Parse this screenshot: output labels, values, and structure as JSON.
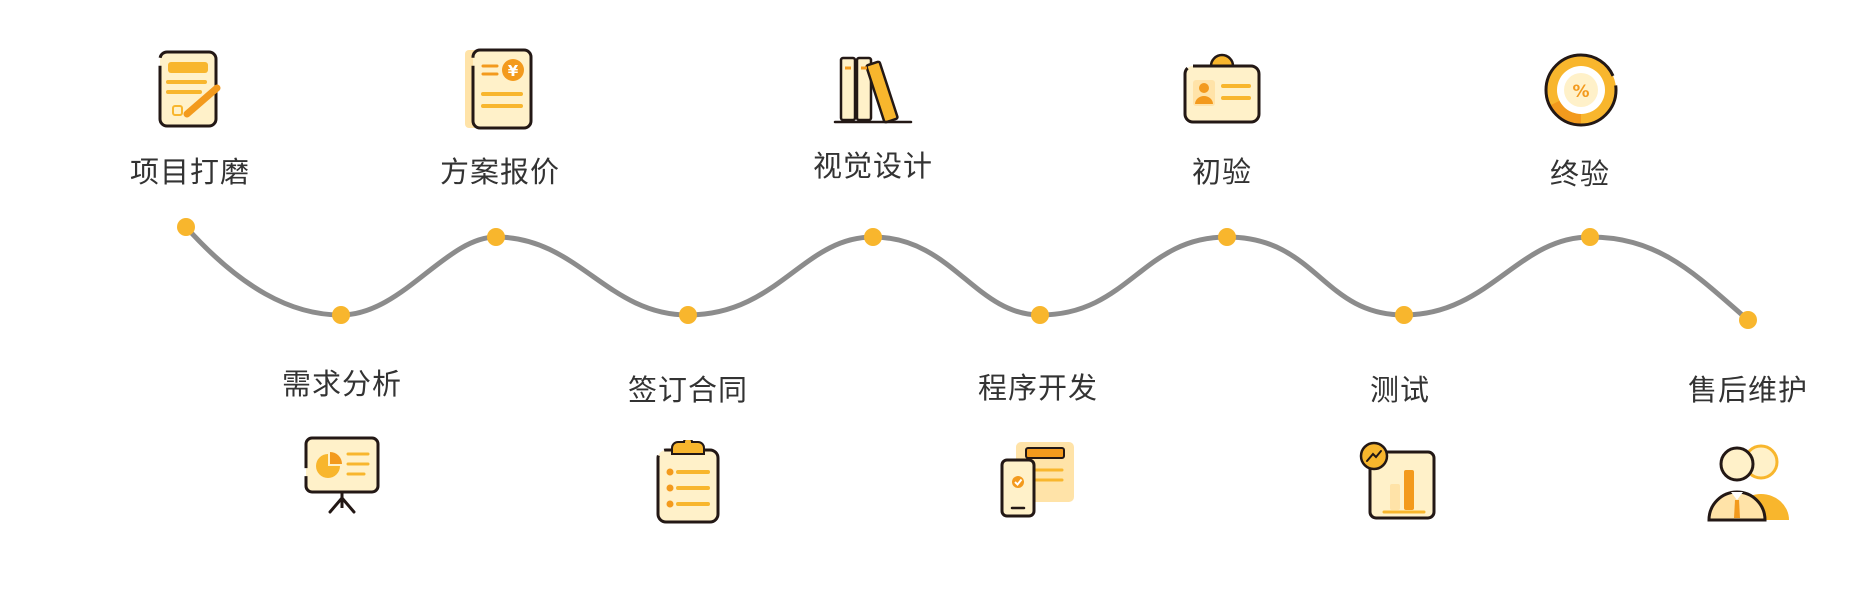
{
  "colors": {
    "accent": "#F8B62D",
    "accent_dark": "#F39A1D",
    "accent_light": "#FFF1C9",
    "line": "#8C8C8C",
    "outline": "#231815",
    "text": "#333333"
  },
  "steps": [
    {
      "label": "项目打磨",
      "icon": "document-pen-icon"
    },
    {
      "label": "需求分析",
      "icon": "presentation-board-icon"
    },
    {
      "label": "方案报价",
      "icon": "invoice-yen-icon"
    },
    {
      "label": "签订合同",
      "icon": "clipboard-list-icon"
    },
    {
      "label": "视觉设计",
      "icon": "books-icon"
    },
    {
      "label": "程序开发",
      "icon": "phone-card-icon"
    },
    {
      "label": "初验",
      "icon": "id-badge-icon"
    },
    {
      "label": "测试",
      "icon": "bar-chart-icon"
    },
    {
      "label": "终验",
      "icon": "percent-ring-icon"
    },
    {
      "label": "售后维护",
      "icon": "support-people-icon"
    }
  ]
}
